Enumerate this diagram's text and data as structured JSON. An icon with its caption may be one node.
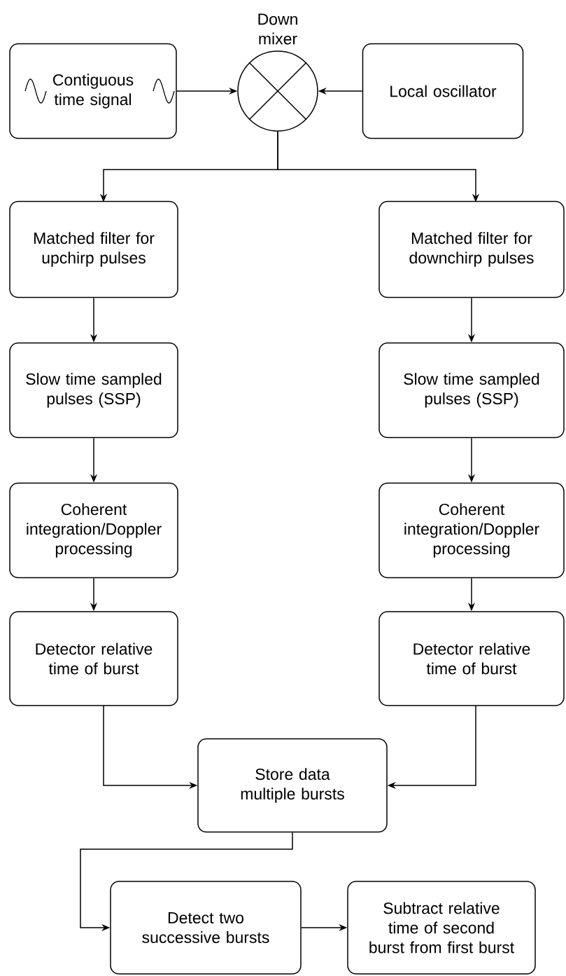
{
  "diagram": {
    "nodes": [
      {
        "text": [
          "Contiguous time signal"
        ]
      },
      {
        "text": [
          "Down mixer"
        ]
      },
      {
        "text": [
          "Local oscillator"
        ]
      },
      {
        "text": [
          "Matched filter for upchirp pulses"
        ]
      },
      {
        "text": [
          "Matched filter for downchirp pulses"
        ]
      },
      {
        "text": [
          "Slow time sampled pulses (SSP)"
        ]
      },
      {
        "text": [
          "Slow time sampled pulses (SSP)"
        ]
      },
      {
        "text": [
          "Coherent integration/Doppler processing"
        ]
      },
      {
        "text": [
          "Coherent integration/Doppler processing"
        ]
      },
      {
        "text": [
          "Detector relative time of burst"
        ]
      },
      {
        "text": [
          "Detector relative time of burst"
        ]
      },
      {
        "text": [
          "Store data multiple bursts"
        ]
      },
      {
        "text": [
          "Detect two successive bursts"
        ]
      },
      {
        "text": [
          "Subtract relative time of second burst from first burst"
        ]
      }
    ],
    "edges": [
      {
        "from": 0,
        "to": 1,
        "arrow": "to"
      },
      {
        "from": 2,
        "to": 1,
        "arrow": "to"
      },
      {
        "from": 1,
        "to": 3,
        "arrow": "to"
      },
      {
        "from": 1,
        "to": 4,
        "arrow": "to"
      },
      {
        "from": 3,
        "to": 5,
        "arrow": "to"
      },
      {
        "from": 4,
        "to": 6,
        "arrow": "to"
      },
      {
        "from": 5,
        "to": 7,
        "arrow": "to"
      },
      {
        "from": 6,
        "to": 8,
        "arrow": "to"
      },
      {
        "from": 7,
        "to": 9,
        "arrow": "to"
      },
      {
        "from": 8,
        "to": 10,
        "arrow": "to"
      },
      {
        "from": 9,
        "to": 11,
        "arrow": "to"
      },
      {
        "from": 10,
        "to": 11,
        "arrow": "to"
      },
      {
        "from": 11,
        "to": 12,
        "arrow": "to"
      },
      {
        "from": 12,
        "to": 13,
        "arrow": "to"
      }
    ]
  }
}
